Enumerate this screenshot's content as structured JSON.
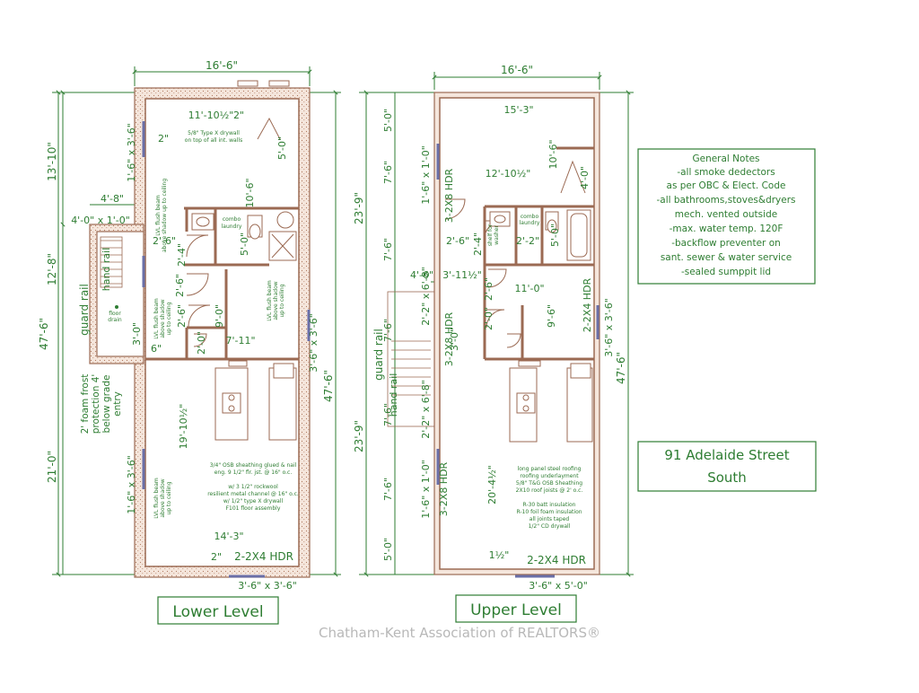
{
  "colors": {
    "wall": "#9b6a53",
    "dimension": "#2e7d32",
    "window": "#6a6fa8",
    "watermark": "#b8b8b8"
  },
  "lower": {
    "label": "Lower Level",
    "overall_width": "16'-6\"",
    "inner_width_top": "11'-10½\"",
    "inner_width_small": "2\"",
    "kitchen_width": "14'-3\"",
    "left_13_10": "13'-10\"",
    "left_12_8": "12'-8\"",
    "left_21_0": "21'-0\"",
    "left_47_6": "47'-6\"",
    "right_47_6": "47'-6\"",
    "window_top_left": "1'-6\" x 3'-6\"",
    "window_mid_left": "4'-0\" x 1'-0\"",
    "window_bottom_left": "1'-6\" x 3'-6\"",
    "window_right": "3'-6\" x 3'-6\"",
    "window_bottom": "3'-6\" x 3'-6\"",
    "d_4_8": "4'-8\"",
    "d_2_top": "2\"",
    "d_10_6": "10'-6\"",
    "d_5_0": "5'-0\"",
    "d_5_0_b": "5'-0\"",
    "d_2_6a": "2'-6\"",
    "d_2_4": "2'-4\"",
    "d_2_6b": "2'-6\"",
    "d_2_6c": "2'-6\"",
    "d_9_0": "9'-0\"",
    "d_3_0": "3'-0\"",
    "d_6": "6\"",
    "d_2_0": "2'-0\"",
    "d_7_11": "7'-11\"",
    "d_19_10": "19'-10½\"",
    "d_2_bottom": "2\"",
    "hdr": "2-2X4 HDR",
    "drywall_note": [
      "5/8\" Type X drywall",
      "on top of all int. walls"
    ],
    "combo_note": [
      "combo",
      "laundry"
    ],
    "lvl_note_top": [
      "LVL flush beam",
      "above shadow up to ceiling"
    ],
    "lvl_note_mid": [
      "LVL flush beam",
      "above shadow",
      "up to ceiling"
    ],
    "lvl_note_right": [
      "LVL flush beam",
      "above shadow",
      "up to ceiling"
    ],
    "lvl_note_bottom": [
      "LVL flush beam",
      "above shadow",
      "up to ceiling"
    ],
    "floor_drain": [
      "floor",
      "drain"
    ],
    "hand_rail": "hand rail",
    "guard_rail": "guard rail",
    "foam_note": [
      "2' foam frost",
      "protection 4'",
      "below grade",
      "entry"
    ],
    "floor_assembly": [
      "3/4\" OSB sheathing glued & nail",
      "eng. 9 1/2\" flr. jst. @ 16\" o.c.",
      "",
      "w/ 3 1/2\" rockwool",
      "resilient metal channel @ 16\" o.c.",
      "w/ 1/2\" type X drywall",
      "F101 floor assembly"
    ]
  },
  "upper": {
    "label": "Upper Level",
    "overall_width": "16'-6\"",
    "inner_width": "15'-3\"",
    "w_12_10": "12'-10½\"",
    "w_11_0": "11'-0\"",
    "w_3_11": "3'-11½\"",
    "left_5_0_top": "5'-0\"",
    "left_7_6_a": "7'-6\"",
    "left_7_6_b": "7'-6\"",
    "left_7_6_c": "7'-6\"",
    "left_7_6_d": "7'-6\"",
    "left_7_6_e": "7'-6\"",
    "left_5_0_bot": "5'-0\"",
    "left_23_9_top": "23'-9\"",
    "left_23_9_bot": "23'-9\"",
    "right_47_6": "47'-6\"",
    "window_1": "1'-6\" x 1'-0\"",
    "window_2": "1'-6\" x 1'-0\"",
    "window_3": "2'-2\" x 6'-8\"",
    "window_4": "2'-2\" x 6'-8\"",
    "window_right": "3'-6\" x 3'-6\"",
    "window_bottom": "3'-6\" x 5'-0\"",
    "hdr_a": "3-2X8 HDR",
    "hdr_b": "3-2X8 HDR",
    "hdr_c": "3-2X8 HDR",
    "hdr_d": "2-2X4 HDR",
    "hdr_bottom": "2-2X4 HDR",
    "d_10_6": "10'-6\"",
    "d_4_0": "4'-0\"",
    "d_5_0": "5'-0\"",
    "d_2_2": "2'-2\"",
    "d_2_6a": "2'-6\"",
    "d_2_4": "2'-4\"",
    "d_4_6": "4'-6\"",
    "d_2_6b": "2'-6\"",
    "d_2_0": "2'-0\"",
    "d_3_0": "3'-0\"",
    "d_9_6": "9'-6\"",
    "d_20_4": "20'-4½\"",
    "d_1_half": "1½\"",
    "combo_note": [
      "combo",
      "laundry"
    ],
    "shelf_note": [
      "shelf for",
      "washer"
    ],
    "guard_rail": "guard rail",
    "hand_rail": "hand rail",
    "roof_note": [
      "long panel steel roofing",
      "roofing underlayment",
      "5/8\" T&G OSB Sheathing",
      "2X10 roof joists @ 2' o.c.",
      "",
      "R-30 batt insulation",
      "R-10 foil foam insulation",
      "all joints taped",
      "1/2\" CD drywall"
    ]
  },
  "notes": {
    "title": "General Notes",
    "lines": [
      "-all smoke dedectors",
      "as per OBC & Elect. Code",
      "-all bathrooms,stoves&dryers",
      "mech. vented outside",
      "-max. water temp. 120F",
      "-backflow preventer on",
      "sant. sewer & water service",
      "-sealed sumppit lid"
    ]
  },
  "address": [
    "91 Adelaide Street",
    "South"
  ],
  "watermark": "Chatham-Kent Association of REALTORS®"
}
